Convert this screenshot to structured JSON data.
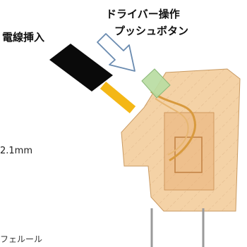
{
  "labels": {
    "wire_insertion": "電線挿入",
    "driver_push_line1": "ドライバー操作",
    "driver_push_line2": "プッシュボタン",
    "wire_size": "2.1mm",
    "ferrule": "フェルール"
  },
  "colors": {
    "housing": "#f2c893",
    "housing_edge": "#c99a62",
    "wire_jacket": "#0a0a0a",
    "wire_conductor": "#f4b716",
    "push_button": "#b9dca2",
    "spring": "#d89a3e",
    "arrow_fill": "#ffffff",
    "arrow_stroke": "#6a8bb0",
    "leg": "#9a9a9a"
  },
  "icons": {
    "direction_arrow": "arrow-down-right-icon"
  }
}
